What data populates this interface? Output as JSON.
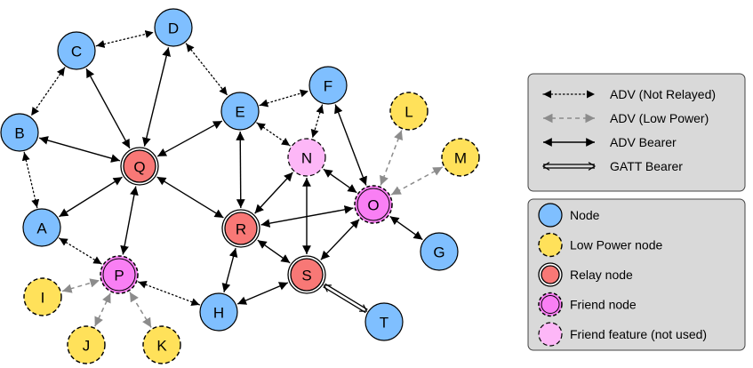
{
  "colors": {
    "node": "#7fbfff",
    "low_power": "#ffe15a",
    "relay": "#f87876",
    "friend": "#f97ff4",
    "friend_unused": "#fdb7f7",
    "legend_box": "#d9d9d9",
    "edge": "#000000",
    "edge_low_power": "#8c8c8c"
  },
  "nodes": [
    {
      "id": "A",
      "type": "node"
    },
    {
      "id": "B",
      "type": "node"
    },
    {
      "id": "C",
      "type": "node"
    },
    {
      "id": "D",
      "type": "node"
    },
    {
      "id": "E",
      "type": "node"
    },
    {
      "id": "F",
      "type": "node"
    },
    {
      "id": "G",
      "type": "node"
    },
    {
      "id": "H",
      "type": "node"
    },
    {
      "id": "T",
      "type": "node"
    },
    {
      "id": "I",
      "type": "low_power"
    },
    {
      "id": "J",
      "type": "low_power"
    },
    {
      "id": "K",
      "type": "low_power"
    },
    {
      "id": "L",
      "type": "low_power"
    },
    {
      "id": "M",
      "type": "low_power"
    },
    {
      "id": "Q",
      "type": "relay"
    },
    {
      "id": "R",
      "type": "relay"
    },
    {
      "id": "S",
      "type": "relay"
    },
    {
      "id": "P",
      "type": "friend"
    },
    {
      "id": "O",
      "type": "friend"
    },
    {
      "id": "N",
      "type": "friend_unused"
    }
  ],
  "edges": [
    {
      "from": "C",
      "to": "D",
      "type": "adv_not_relayed"
    },
    {
      "from": "C",
      "to": "B",
      "type": "adv_not_relayed"
    },
    {
      "from": "D",
      "to": "E",
      "type": "adv_not_relayed"
    },
    {
      "from": "B",
      "to": "A",
      "type": "adv_not_relayed"
    },
    {
      "from": "A",
      "to": "P",
      "type": "adv_not_relayed"
    },
    {
      "from": "P",
      "to": "H",
      "type": "adv_not_relayed"
    },
    {
      "from": "E",
      "to": "F",
      "type": "adv_not_relayed"
    },
    {
      "from": "E",
      "to": "N",
      "type": "adv_not_relayed"
    },
    {
      "from": "F",
      "to": "N",
      "type": "adv_not_relayed"
    },
    {
      "from": "L",
      "to": "O",
      "type": "adv_low_power"
    },
    {
      "from": "M",
      "to": "O",
      "type": "adv_low_power"
    },
    {
      "from": "I",
      "to": "P",
      "type": "adv_low_power"
    },
    {
      "from": "J",
      "to": "P",
      "type": "adv_low_power"
    },
    {
      "from": "K",
      "to": "P",
      "type": "adv_low_power"
    },
    {
      "from": "Q",
      "to": "C",
      "type": "adv_bearer"
    },
    {
      "from": "Q",
      "to": "D",
      "type": "adv_bearer"
    },
    {
      "from": "Q",
      "to": "B",
      "type": "adv_bearer"
    },
    {
      "from": "Q",
      "to": "A",
      "type": "adv_bearer"
    },
    {
      "from": "Q",
      "to": "E",
      "type": "adv_bearer"
    },
    {
      "from": "Q",
      "to": "P",
      "type": "adv_bearer"
    },
    {
      "from": "Q",
      "to": "R",
      "type": "adv_bearer"
    },
    {
      "from": "E",
      "to": "R",
      "type": "adv_bearer"
    },
    {
      "from": "R",
      "to": "N",
      "type": "adv_bearer"
    },
    {
      "from": "R",
      "to": "O",
      "type": "adv_bearer"
    },
    {
      "from": "R",
      "to": "S",
      "type": "adv_bearer"
    },
    {
      "from": "R",
      "to": "H",
      "type": "adv_bearer"
    },
    {
      "from": "N",
      "to": "S",
      "type": "adv_bearer"
    },
    {
      "from": "N",
      "to": "O",
      "type": "adv_bearer"
    },
    {
      "from": "F",
      "to": "O",
      "type": "adv_bearer"
    },
    {
      "from": "O",
      "to": "G",
      "type": "adv_bearer"
    },
    {
      "from": "O",
      "to": "S",
      "type": "adv_bearer"
    },
    {
      "from": "S",
      "to": "H",
      "type": "adv_bearer"
    },
    {
      "from": "S",
      "to": "T",
      "type": "gatt_bearer"
    }
  ],
  "legend_edges": [
    {
      "type": "adv_not_relayed",
      "label": "ADV (Not Relayed)"
    },
    {
      "type": "adv_low_power",
      "label": "ADV (Low Power)"
    },
    {
      "type": "adv_bearer",
      "label": "ADV Bearer"
    },
    {
      "type": "gatt_bearer",
      "label": "GATT Bearer"
    }
  ],
  "legend_nodes": [
    {
      "type": "node",
      "label": "Node"
    },
    {
      "type": "low_power",
      "label": "Low Power node"
    },
    {
      "type": "relay",
      "label": "Relay node"
    },
    {
      "type": "friend",
      "label": "Friend node"
    },
    {
      "type": "friend_unused",
      "label": "Friend feature (not used)"
    }
  ]
}
